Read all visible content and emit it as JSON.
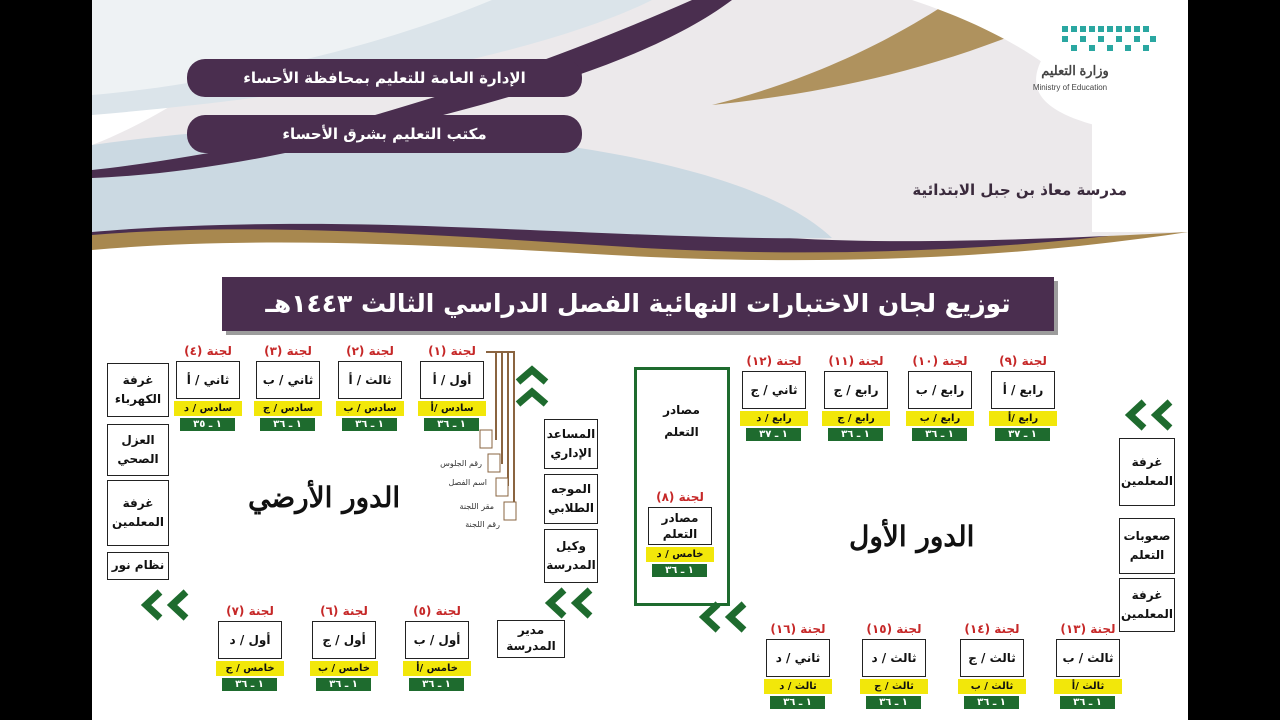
{
  "header": {
    "ministry_ar": "وزارة التعليم",
    "ministry_en": "Ministry of Education",
    "pill1": "الإدارة العامة للتعليم بمحافظة الأحساء",
    "pill2": "مكتب التعليم بشرق الأحساء",
    "school": "مدرسة معاذ بن جبل الابتدائية"
  },
  "title": "توزيع لجان الاختبارات النهائية الفصل الدراسي الثالث ١٤٤٣هـ",
  "floors": {
    "ground": "الدور الأرضي",
    "first": "الدور الأول"
  },
  "legend": [
    "رقم الجلوس",
    "اسم الفصل",
    "مقر اللجنة",
    "رقم اللجنة"
  ],
  "committees": [
    {
      "label": "لجنة (١)",
      "room": "أول / أ",
      "cls": "سادس /أ",
      "seats": "١ ـ ٣٦"
    },
    {
      "label": "لجنة (٢)",
      "room": "ثالث / أ",
      "cls": "سادس / ب",
      "seats": "١ ـ ٣٦"
    },
    {
      "label": "لجنة (٣)",
      "room": "ثاني / ب",
      "cls": "سادس / ج",
      "seats": "١ ـ ٣٦"
    },
    {
      "label": "لجنة (٤)",
      "room": "ثاني / أ",
      "cls": "سادس / د",
      "seats": "١ ـ ٣٥"
    },
    {
      "label": "لجنة (٥)",
      "room": "أول / ب",
      "cls": "خامس /أ",
      "seats": "١ ـ ٣٦"
    },
    {
      "label": "لجنة (٦)",
      "room": "أول / ج",
      "cls": "خامس / ب",
      "seats": "١ ـ ٣٦"
    },
    {
      "label": "لجنة (٧)",
      "room": "أول / د",
      "cls": "خامس / ج",
      "seats": "١ ـ ٣٦"
    },
    {
      "label": "لجنة (٨)",
      "room": "مصادر التعلم",
      "cls": "خامس / د",
      "seats": "١ ـ ٣٦"
    },
    {
      "label": "لجنة (٩)",
      "room": "رابع / أ",
      "cls": "رابع /أ",
      "seats": "١ ـ ٣٧"
    },
    {
      "label": "لجنة (١٠)",
      "room": "رابع / ب",
      "cls": "رابع / ب",
      "seats": "١ ـ ٣٦"
    },
    {
      "label": "لجنة (١١)",
      "room": "رابع / ج",
      "cls": "رابع / ج",
      "seats": "١ ـ ٣٦"
    },
    {
      "label": "لجنة (١٢)",
      "room": "ثاني / ج",
      "cls": "رابع / د",
      "seats": "١ ـ ٣٧"
    },
    {
      "label": "لجنة (١٣)",
      "room": "ثالث / ب",
      "cls": "ثالث /أ",
      "seats": "١ ـ ٣٦"
    },
    {
      "label": "لجنة (١٤)",
      "room": "ثالث / ج",
      "cls": "ثالث / ب",
      "seats": "١ ـ ٣٦"
    },
    {
      "label": "لجنة (١٥)",
      "room": "ثالث / د",
      "cls": "ثالث / ج",
      "seats": "١ ـ ٣٦"
    },
    {
      "label": "لجنة (١٦)",
      "room": "ثاني / د",
      "cls": "ثالث / د",
      "seats": "١ ـ ٣٦"
    }
  ],
  "rooms": {
    "electric": "غرفة الكهرباء",
    "isolation": "العزل الصحي",
    "teachers_g": "غرفة المعلمين",
    "noor": "نظام نور",
    "assistant": "المساعد الإداري",
    "counselor": "الموجه الطلابي",
    "deputy": "وكيل المدرسة",
    "principal": "مدير المدرسة",
    "lrc": "مصادر التعلم",
    "teachers_1a": "غرفة المعلمين",
    "difficulties": "صعوبات التعلم",
    "teachers_1b": "غرفة المعلمين"
  },
  "colors": {
    "purple": "#4a2e4f",
    "gold": "#a8884f",
    "green": "#1e6b2e",
    "yellow": "#f2e70a",
    "red": "#c62828"
  }
}
